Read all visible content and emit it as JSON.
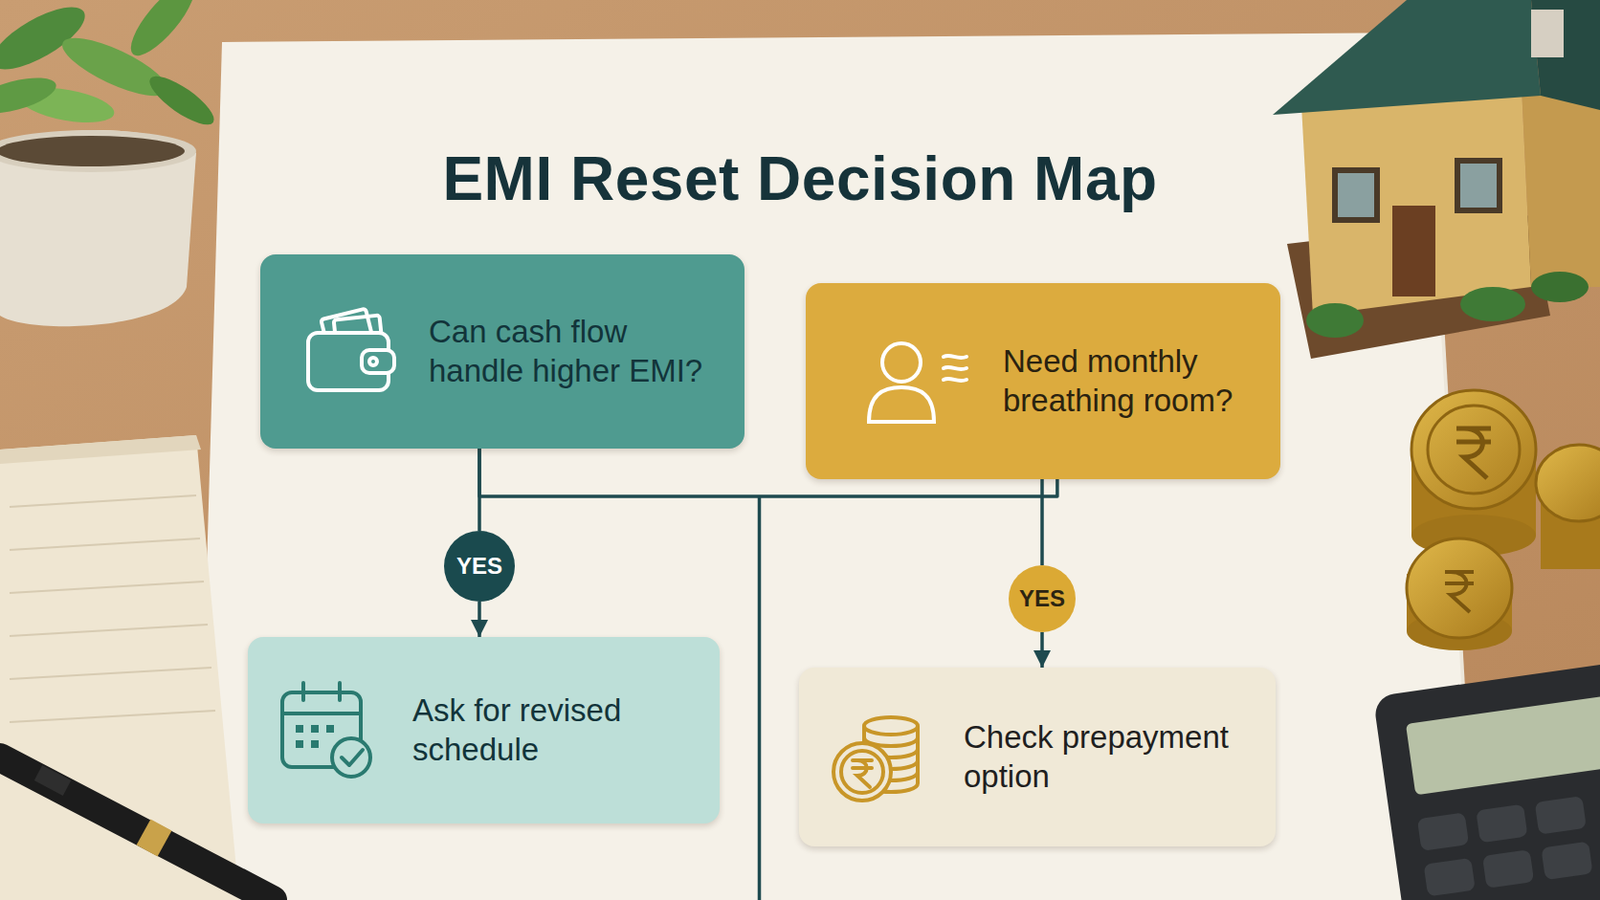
{
  "diagram": {
    "title": "EMI Reset Decision Map",
    "nodes": [
      {
        "text": [
          "Can cash flow handle higher EMI?"
        ]
      },
      {
        "text": [
          "Need monthly breathing room?"
        ]
      },
      {
        "text": [
          "YES"
        ]
      },
      {
        "text": [
          "YES"
        ]
      },
      {
        "text": [
          "Ask for revised schedule"
        ]
      },
      {
        "text": [
          "Check prepayment option"
        ]
      }
    ],
    "edges": [
      {
        "from": 0,
        "to": 1,
        "arrow": "none"
      },
      {
        "from": 0,
        "to": 2,
        "arrow": "none"
      },
      {
        "from": 1,
        "to": 3,
        "arrow": "none"
      },
      {
        "from": 2,
        "to": 4,
        "arrow": "to"
      },
      {
        "from": 3,
        "to": 5,
        "arrow": "to"
      }
    ]
  }
}
